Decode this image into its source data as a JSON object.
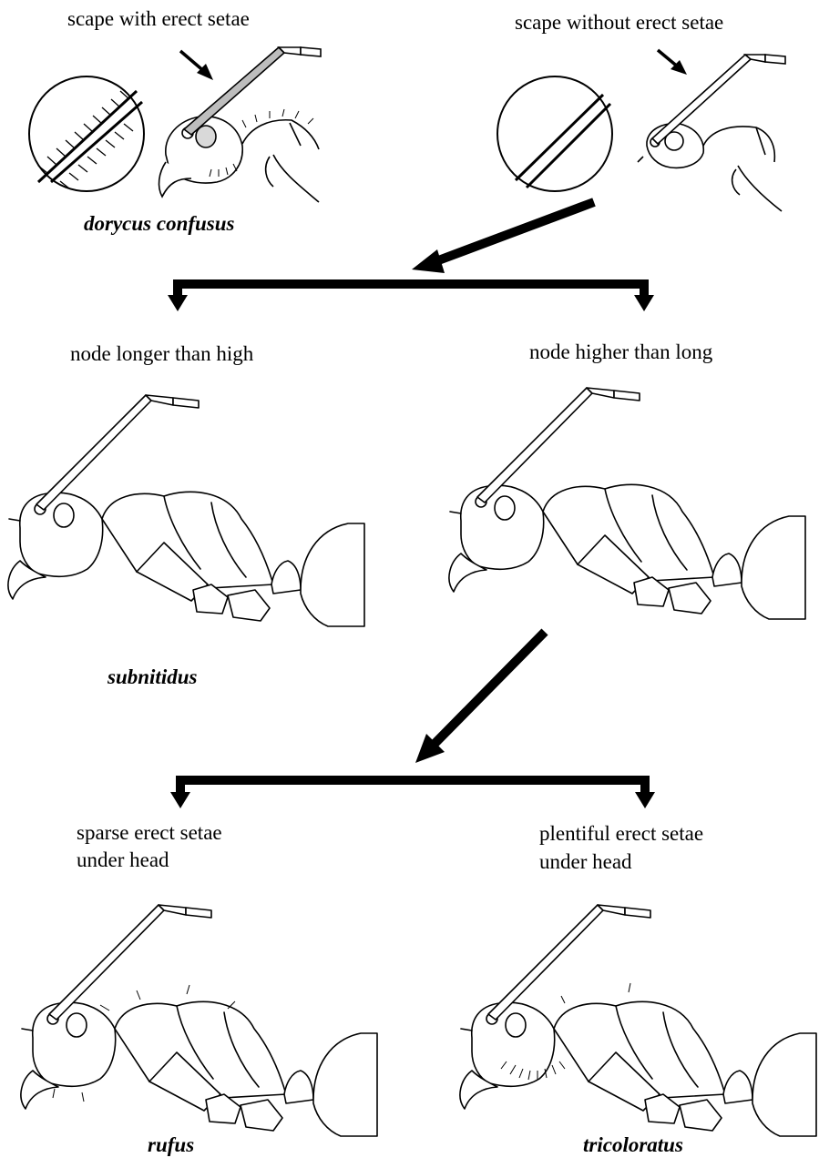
{
  "labels": {
    "scape_with": "scape with erect setae",
    "scape_without": "scape without erect setae",
    "node_longer": "node longer than high",
    "node_higher": "node higher than long",
    "sparse_line1": "sparse erect setae",
    "sparse_line2": "under head",
    "plentiful_line1": "plentiful erect setae",
    "plentiful_line2": "under head"
  },
  "species": {
    "dorycus": "dorycus confusus",
    "subnitidus": "subnitidus",
    "rufus": "rufus",
    "tricoloratus": "tricoloratus"
  },
  "style": {
    "ink": "#000000",
    "background": "#ffffff",
    "scape_fill": "#bdbdbd",
    "eye_fill": "#d9d9d9"
  }
}
